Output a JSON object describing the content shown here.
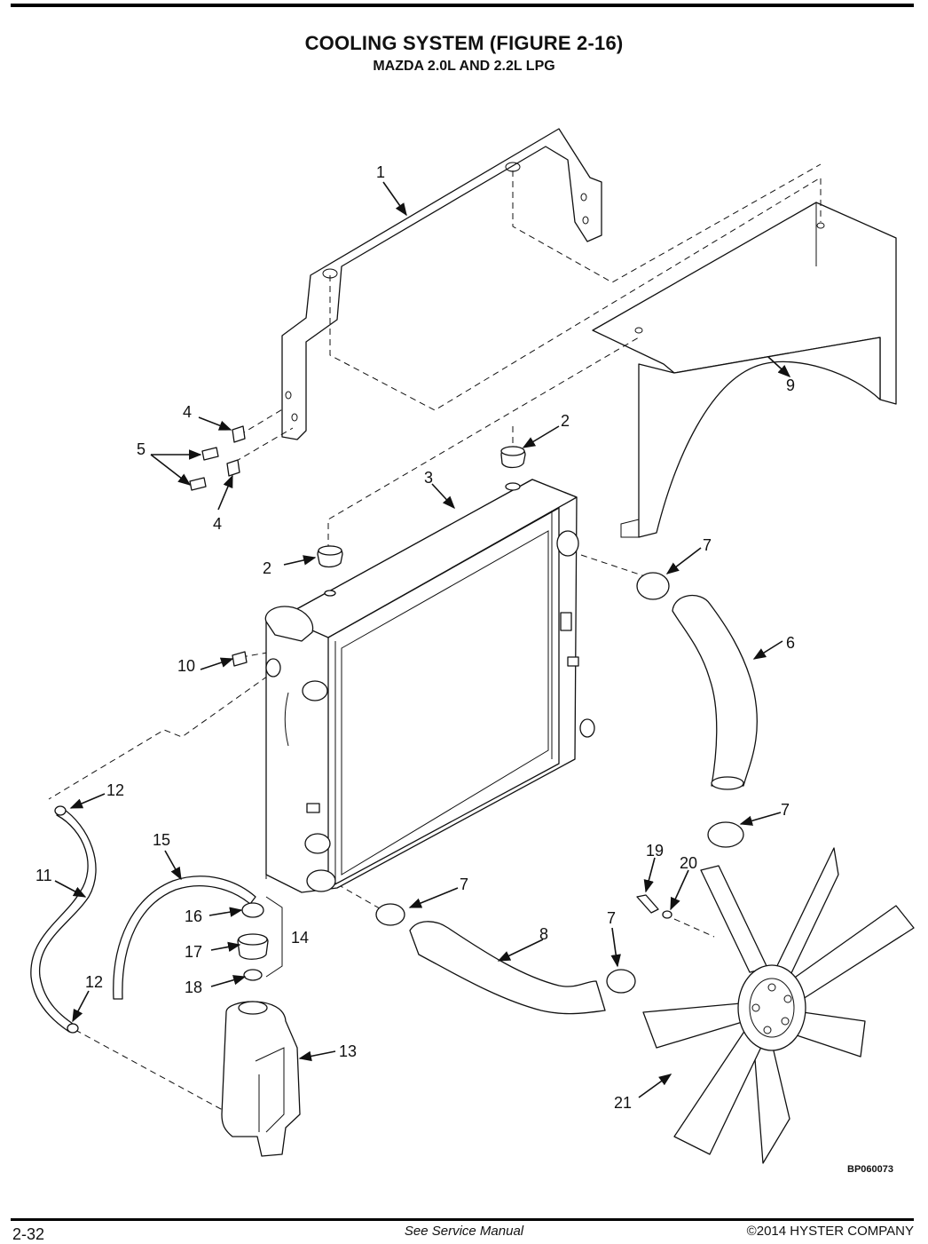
{
  "header": {
    "title": "COOLING SYSTEM (FIGURE 2-16)",
    "subtitle": "MAZDA 2.0L AND 2.2L LPG"
  },
  "drawing_code": "BP060073",
  "footer": {
    "page_number": "2-32",
    "note": "See Service Manual",
    "copyright": "©2014 HYSTER COMPANY"
  },
  "callouts": [
    {
      "id": "c1",
      "label": "1"
    },
    {
      "id": "c2a",
      "label": "2"
    },
    {
      "id": "c2b",
      "label": "2"
    },
    {
      "id": "c3",
      "label": "3"
    },
    {
      "id": "c4a",
      "label": "4"
    },
    {
      "id": "c4b",
      "label": "4"
    },
    {
      "id": "c5",
      "label": "5"
    },
    {
      "id": "c6",
      "label": "6"
    },
    {
      "id": "c7a",
      "label": "7"
    },
    {
      "id": "c7b",
      "label": "7"
    },
    {
      "id": "c7c",
      "label": "7"
    },
    {
      "id": "c7d",
      "label": "7"
    },
    {
      "id": "c8",
      "label": "8"
    },
    {
      "id": "c9",
      "label": "9"
    },
    {
      "id": "c10",
      "label": "10"
    },
    {
      "id": "c11",
      "label": "11"
    },
    {
      "id": "c12a",
      "label": "12"
    },
    {
      "id": "c12b",
      "label": "12"
    },
    {
      "id": "c13",
      "label": "13"
    },
    {
      "id": "c14",
      "label": "14"
    },
    {
      "id": "c15",
      "label": "15"
    },
    {
      "id": "c16",
      "label": "16"
    },
    {
      "id": "c17",
      "label": "17"
    },
    {
      "id": "c18",
      "label": "18"
    },
    {
      "id": "c19",
      "label": "19"
    },
    {
      "id": "c20",
      "label": "20"
    },
    {
      "id": "c21",
      "label": "21"
    }
  ]
}
